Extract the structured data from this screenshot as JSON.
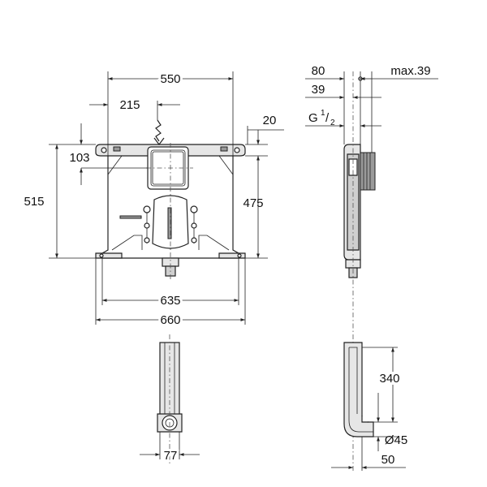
{
  "front_view": {
    "width_top": "550",
    "offset_inlet": "215",
    "height_total": "515",
    "height_inner": "475",
    "top_offset": "103",
    "side_offset": "20",
    "width_feet_inner": "635",
    "width_feet_outer": "660"
  },
  "side_view": {
    "depth_total": "80",
    "depth_inlet": "39",
    "max_adjust": "max.39",
    "thread_main": "G",
    "thread_sup": "1",
    "thread_sub": "2"
  },
  "flush_pipe_front": {
    "width": "77"
  },
  "flush_pipe_side": {
    "height": "340",
    "diameter": "Ø45",
    "offset": "50"
  }
}
